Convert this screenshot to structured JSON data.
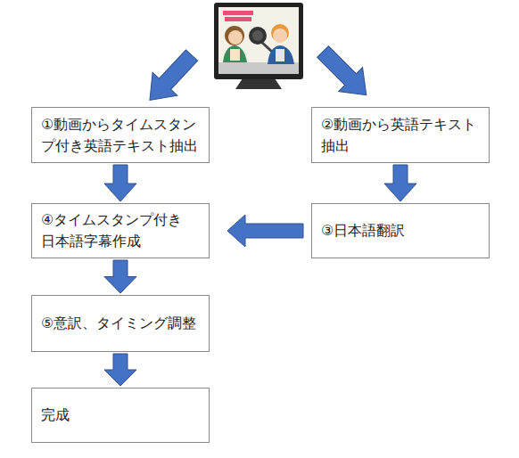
{
  "diagram": {
    "nodes": [
      {
        "text": [
          "①動画からタイムスタンプ付き英語テキスト抽出"
        ]
      },
      {
        "text": [
          "②動画から英語テキスト抽出"
        ]
      },
      {
        "text": [
          "④タイムスタンプ付き 日本語字幕作成"
        ]
      },
      {
        "text": [
          "③日本語翻訳"
        ]
      },
      {
        "text": [
          "⑤意訳、タイミング調整"
        ]
      },
      {
        "text": [
          "完成"
        ]
      }
    ],
    "edges": [
      {
        "from": 0,
        "to": 2,
        "arrow": "to"
      },
      {
        "from": 1,
        "to": 3,
        "arrow": "to"
      },
      {
        "from": 3,
        "to": 2,
        "arrow": "to"
      },
      {
        "from": 2,
        "to": 4,
        "arrow": "to"
      },
      {
        "from": 4,
        "to": 5,
        "arrow": "to"
      }
    ]
  }
}
